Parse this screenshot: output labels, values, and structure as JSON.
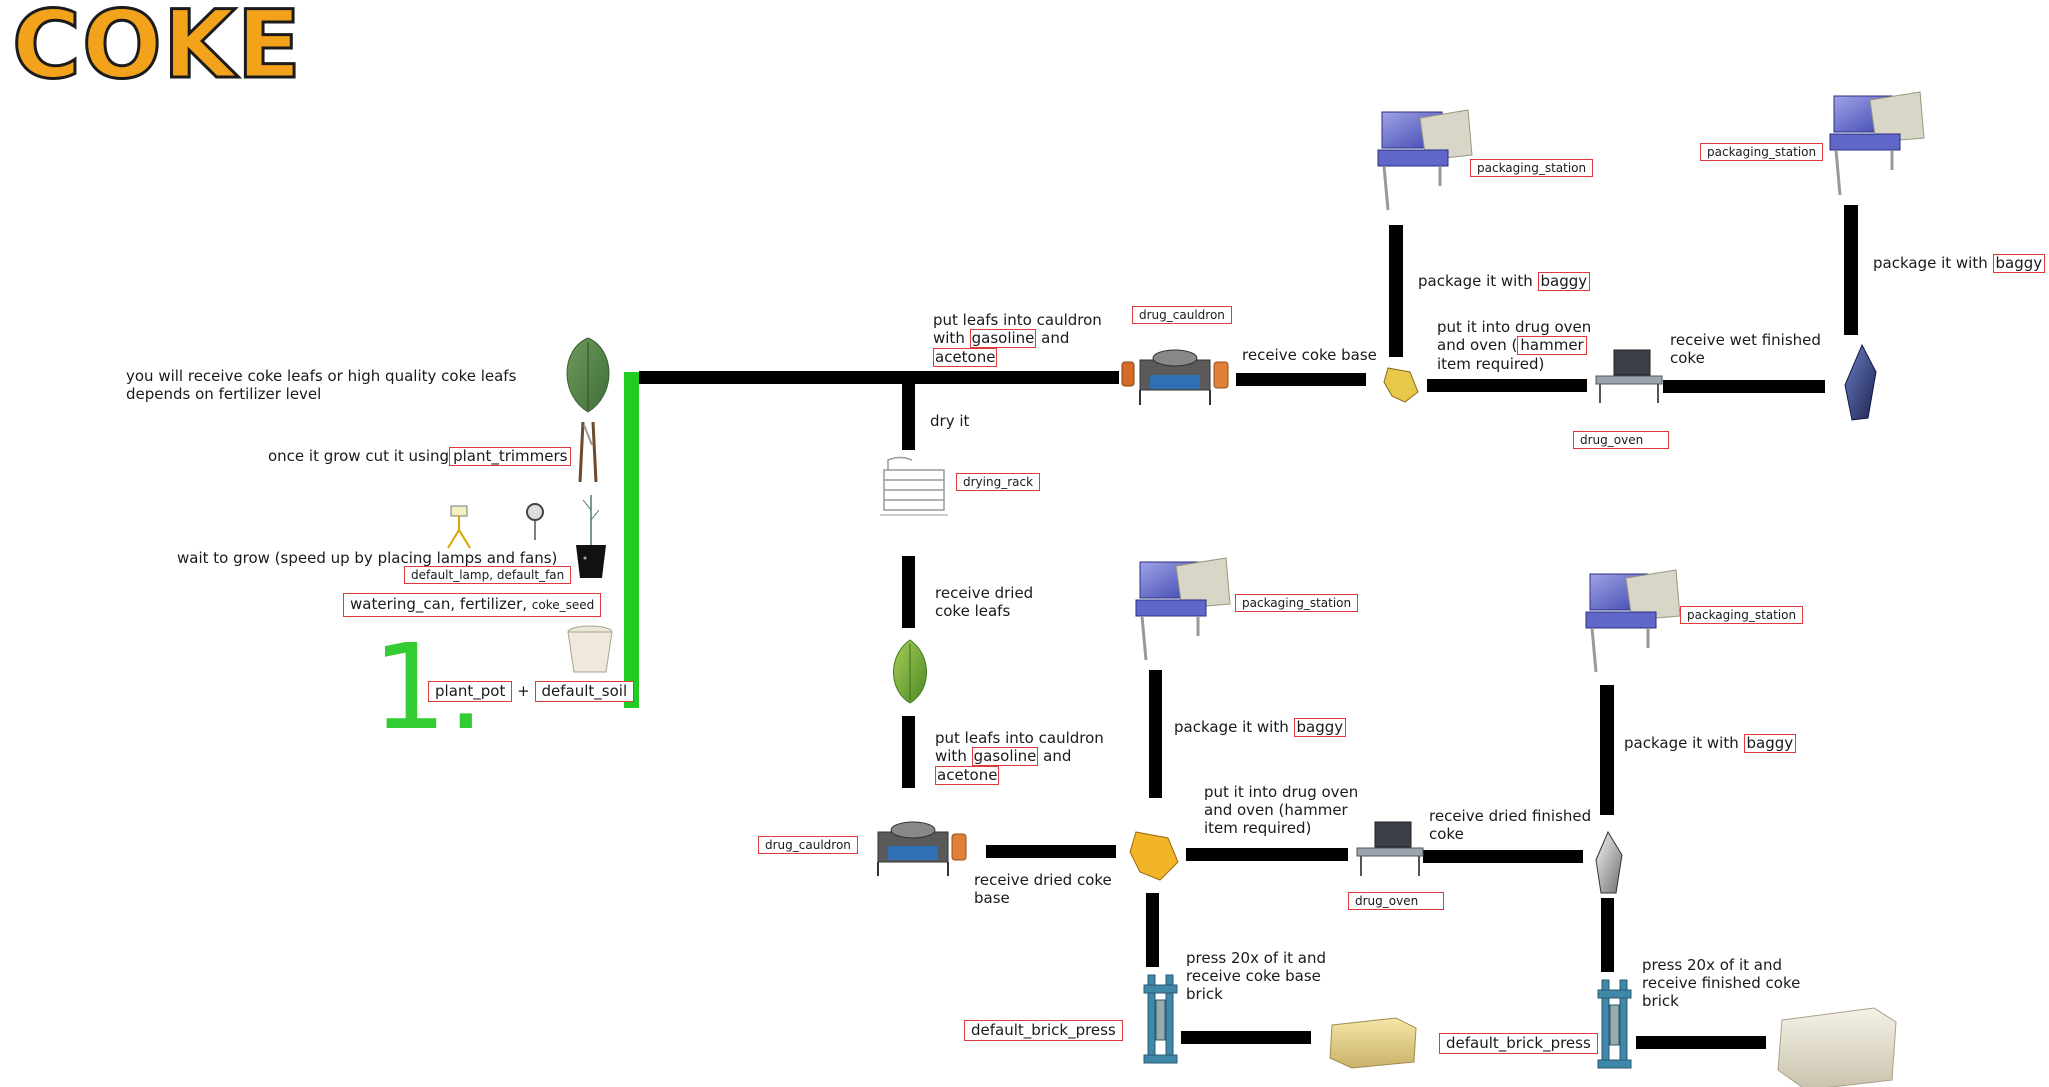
{
  "title": "COKE",
  "step_number": "1.",
  "texts": {
    "receive_leafs": [
      "you will receive coke leafs or high quality coke leafs",
      "depends on fertilizer level"
    ],
    "cut_prefix": "once it grow cut it using",
    "cut_item": "plant_trimmers",
    "wait": "wait to grow (speed up by placing lamps and fans)",
    "lamps_fans": "default_lamp, default_fan",
    "watering_prefix": "watering_can, fertilizer,",
    "coke_seed": "coke_seed",
    "plant_pot": "plant_pot",
    "plus": "+",
    "default_soil": "default_soil",
    "put_leafs_1": "put leafs into cauldron",
    "with": "with",
    "gasoline": "gasoline",
    "and": "and",
    "acetone": "acetone",
    "dry_it": "dry it",
    "receive_dried_leafs": [
      "receive dried",
      "coke leafs"
    ],
    "receive_coke_base": "receive coke base",
    "oven_line1": "put it into drug oven",
    "oven_line2_prefix": "and oven (",
    "hammer": "hammer",
    "oven_line3": "item required)",
    "oven_b": [
      "put it into drug oven",
      "and oven (hammer",
      "item required)"
    ],
    "receive_wet": [
      "receive wet finished",
      "coke"
    ],
    "package_prefix": "package it with",
    "baggy": "baggy",
    "receive_dried_base": [
      "receive dried coke",
      "base"
    ],
    "receive_dried_finished": [
      "receive dried finished",
      "coke"
    ],
    "press_base": [
      "press 20x of it and",
      "receive coke base",
      "brick"
    ],
    "press_finished": [
      "press 20x of it and",
      "receive finished coke",
      "brick"
    ]
  },
  "labels": {
    "drug_cauldron": "drug_cauldron",
    "drying_rack": "drying_rack",
    "packaging_station": "packaging_station",
    "drug_oven": "drug_oven",
    "default_brick_press": "default_brick_press"
  },
  "colors": {
    "title": "#f3a21c",
    "step": "#33cc33",
    "label_border": "#e0393e",
    "connector": "#000000"
  }
}
